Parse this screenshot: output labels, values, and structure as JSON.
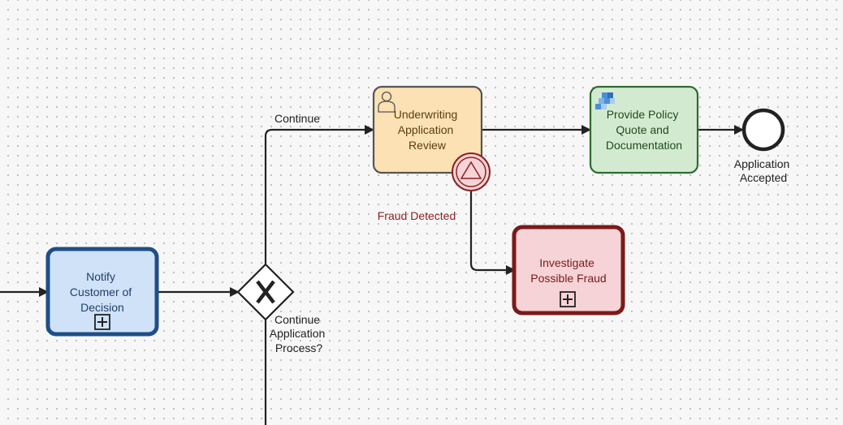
{
  "colors": {
    "notify_fill": "#cfe2f8",
    "notify_stroke": "#1f4e86",
    "underwriting_fill": "#fbe1b3",
    "underwriting_stroke": "#555555",
    "quote_fill": "#d2ebd0",
    "quote_stroke": "#2e6b2e",
    "fraud_fill": "#f6d3d6",
    "fraud_stroke": "#7a1a1a",
    "edge": "#222222",
    "fraud_label": "#8b2323"
  },
  "nodes": {
    "notify": {
      "lines": [
        "Notify",
        "Customer of",
        "Decision"
      ]
    },
    "gateway": {
      "label_lines": [
        "Continue",
        "Application",
        "Process?"
      ]
    },
    "underwriting": {
      "lines": [
        "Underwriting",
        "Application",
        "Review"
      ]
    },
    "quote": {
      "lines": [
        "Provide Policy",
        "Quote and",
        "Documentation"
      ]
    },
    "end_event": {
      "label_lines": [
        "Application",
        "Accepted"
      ]
    },
    "fraud": {
      "lines": [
        "Investigate",
        "Possible Fraud"
      ]
    }
  },
  "edges": {
    "continue_label": "Continue",
    "fraud_detected_label": "Fraud Detected"
  }
}
